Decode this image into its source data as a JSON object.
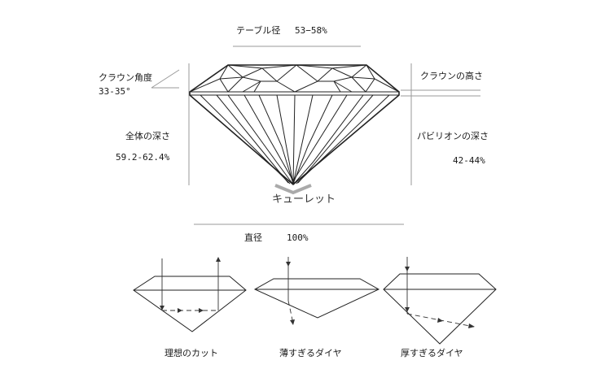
{
  "labels": {
    "table": "テーブル径",
    "table_value": "53−58%",
    "crown_angle": "クラウン角度",
    "crown_angle_value": "33-35°",
    "crown_height": "クラウンの高さ",
    "total_depth": "全体の深さ",
    "total_depth_value": "59.2-62.4%",
    "pavilion_depth": "パビリオンの深さ",
    "pavilion_depth_value": "42-44%",
    "culet": "キューレット",
    "diameter": "直径",
    "diameter_value": "100%"
  },
  "cuts": [
    {
      "label": "理想のカット"
    },
    {
      "label": "薄すぎるダイヤ"
    },
    {
      "label": "厚すぎるダイヤ"
    }
  ],
  "colors": {
    "line": "#222222",
    "guide": "#9a9a9a",
    "culet_chevron": "#aaaaaa"
  }
}
